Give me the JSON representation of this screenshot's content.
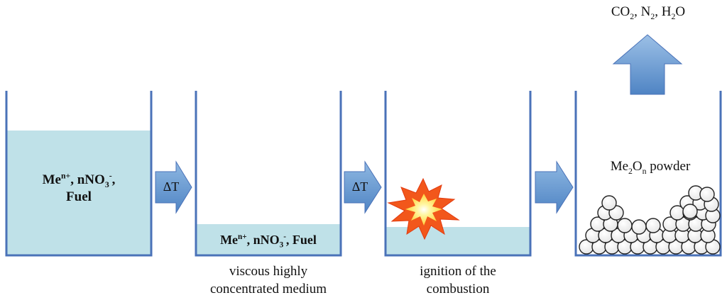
{
  "products": {
    "co2": "CO",
    "co2_sub": "2",
    "sep1": ", ",
    "n2": "N",
    "n2_sub": "2",
    "sep2": ", ",
    "h2o_h": "H",
    "h2o_sub": "2",
    "h2o_o": "O"
  },
  "beaker1": {
    "line1_me": "Me",
    "line1_me_sup": "n+",
    "line1_rest": ", nNO",
    "line1_no3_sub": "3",
    "line1_no3_sup": "-",
    "line1_end": ",",
    "line2": "Fuel"
  },
  "beaker2": {
    "me": "Me",
    "me_sup": "n+",
    "rest": ", nNO",
    "no3_sub": "3",
    "no3_sup": "-",
    "fuel": ", Fuel",
    "caption_line1": "viscous highly",
    "caption_line2": "concentrated medium"
  },
  "beaker3": {
    "caption_line1": "ignition of the",
    "caption_line2": "combustion"
  },
  "beaker4": {
    "me": "Me",
    "me_sub": "2",
    "o": "O",
    "o_sub": "n",
    "powder": " powder"
  },
  "arrows": {
    "arrow1_label": "ΔT",
    "arrow2_label": "ΔT"
  },
  "colors": {
    "liquid": "#bfe1e8",
    "beaker_wall": "#4a72b8",
    "arrow_fill": "#5b8fc9",
    "explosion_outer": "#f2571b",
    "explosion_inner": "#ffe36a"
  }
}
